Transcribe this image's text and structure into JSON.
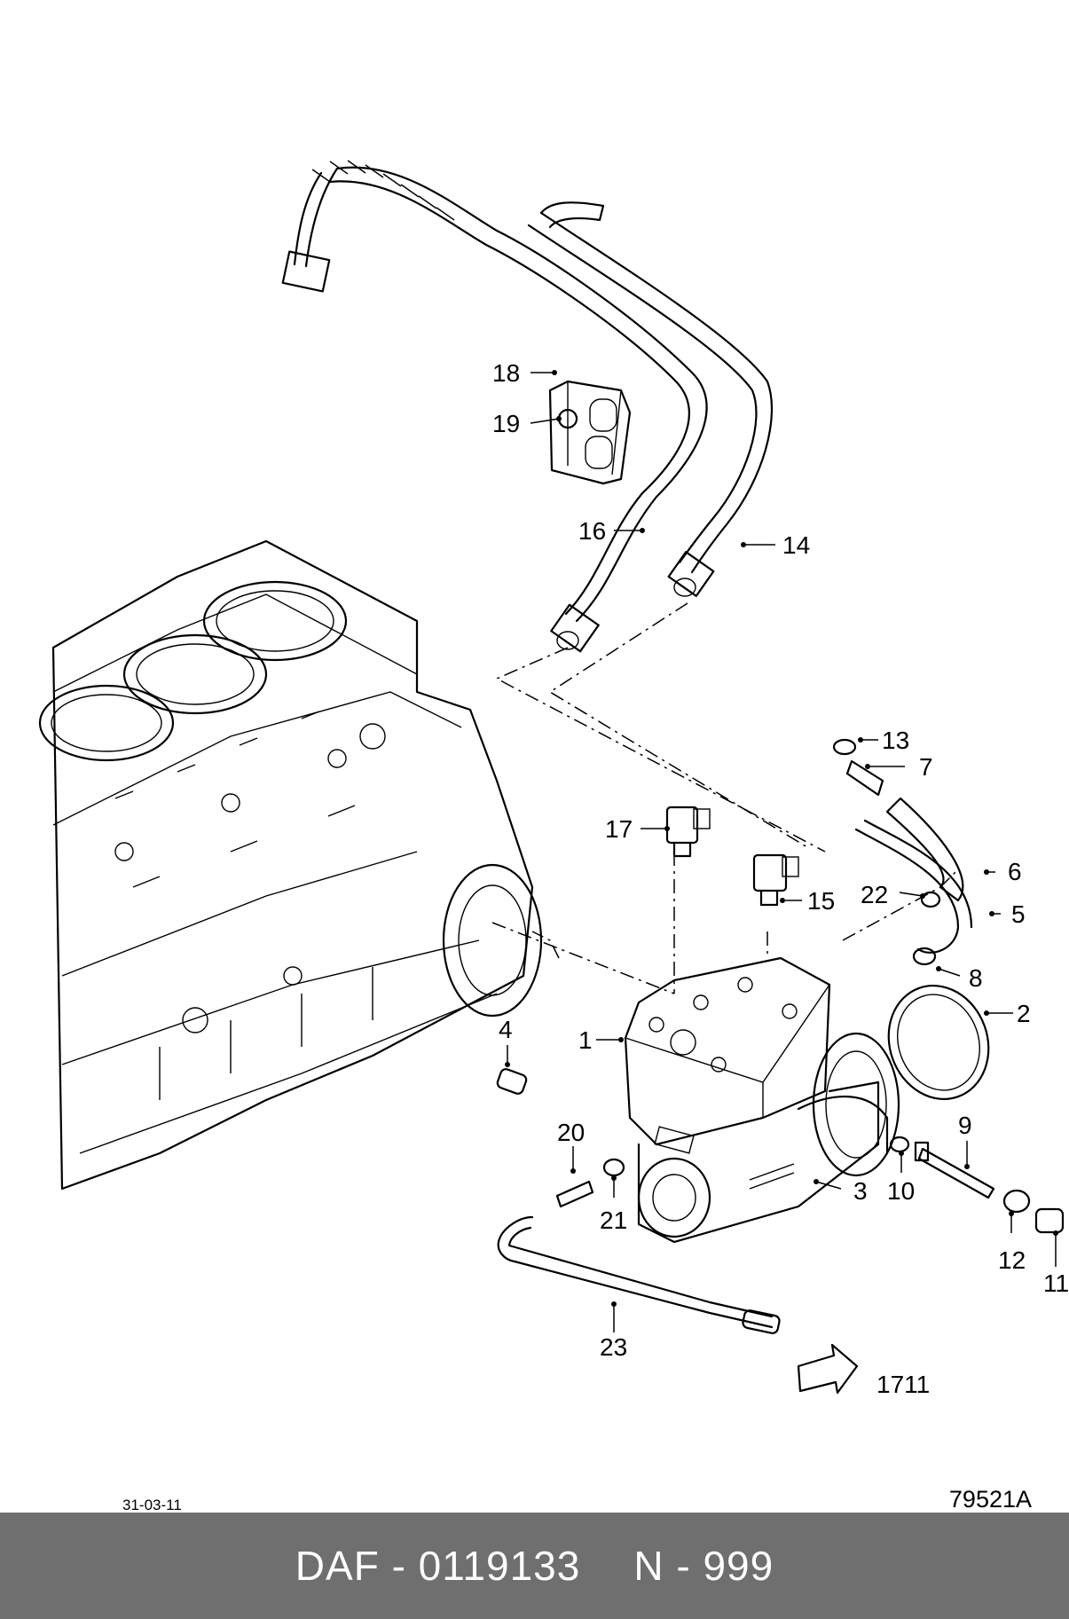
{
  "callouts": {
    "c1": "1",
    "c2": "2",
    "c3": "3",
    "c4": "4",
    "c5": "5",
    "c6": "6",
    "c7": "7",
    "c8": "8",
    "c9": "9",
    "c10": "10",
    "c11": "11",
    "c12": "12",
    "c13": "13",
    "c14": "14",
    "c15": "15",
    "c16": "16",
    "c17": "17",
    "c18": "18",
    "c19": "19",
    "c20": "20",
    "c21": "21",
    "c22": "22",
    "c23": "23",
    "ref1711": "1711"
  },
  "date_stamp": "31-03-11",
  "drawing_code": "79521A",
  "footer": {
    "part_number": "DAF - 0119133",
    "quantity": "N - 999"
  }
}
